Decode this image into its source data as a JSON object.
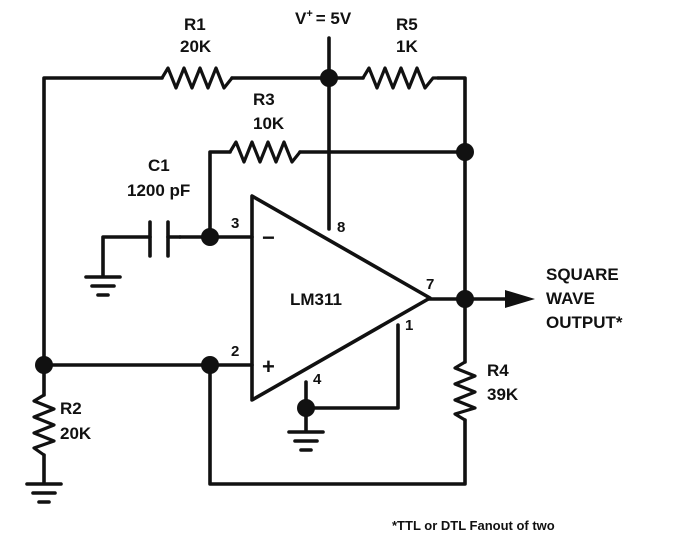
{
  "supply": {
    "label": "V",
    "superscript": "+",
    "value": "= 5V"
  },
  "resistors": {
    "r1": {
      "name": "R1",
      "value": "20K"
    },
    "r2": {
      "name": "R2",
      "value": "20K"
    },
    "r3": {
      "name": "R3",
      "value": "10K"
    },
    "r4": {
      "name": "R4",
      "value": "39K"
    },
    "r5": {
      "name": "R5",
      "value": "1K"
    }
  },
  "capacitor": {
    "name": "C1",
    "value": "1200 pF"
  },
  "opamp": {
    "name": "LM311",
    "pins": {
      "p1": "1",
      "p2": "2",
      "p3": "3",
      "p4": "4",
      "p7": "7",
      "p8": "8"
    },
    "inv_sign": "−",
    "noninv_sign": "+"
  },
  "output": {
    "line1": "SQUARE",
    "line2": "WAVE",
    "line3": "OUTPUT*"
  },
  "footnote": "*TTL or DTL Fanout of two"
}
